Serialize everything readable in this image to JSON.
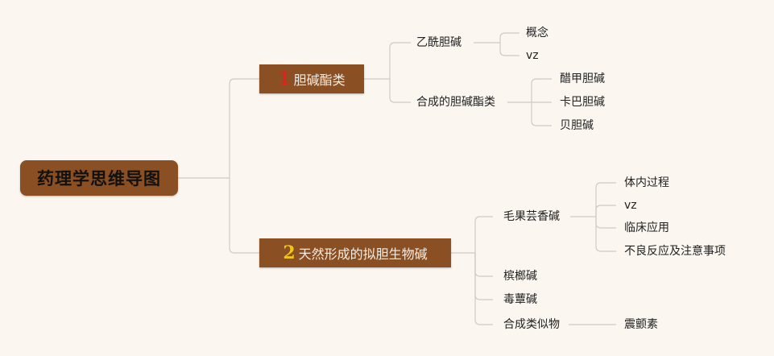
{
  "root": {
    "label": "药理学思维导图"
  },
  "branches": [
    {
      "number": "1",
      "label": "胆碱酯类",
      "children": [
        {
          "label": "乙酰胆碱",
          "children": [
            {
              "label": "概念"
            },
            {
              "label": "vz"
            }
          ]
        },
        {
          "label": "合成的胆碱酯类",
          "children": [
            {
              "label": "醋甲胆碱"
            },
            {
              "label": "卡巴胆碱"
            },
            {
              "label": "贝胆碱"
            }
          ]
        }
      ]
    },
    {
      "number": "2",
      "label": "天然形成的拟胆生物碱",
      "children": [
        {
          "label": "毛果芸香碱",
          "children": [
            {
              "label": "体内过程"
            },
            {
              "label": "vz"
            },
            {
              "label": "临床应用"
            },
            {
              "label": "不良反应及注意事项"
            }
          ]
        },
        {
          "label": "槟榔碱"
        },
        {
          "label": "毒蕈碱"
        },
        {
          "label": "合成类似物",
          "children": [
            {
              "label": "震颤素"
            }
          ]
        }
      ]
    }
  ],
  "colors": {
    "background": "#fbf6f0",
    "node_fill": "#8a4f22",
    "connector": "#cfcac4",
    "number_1": "#d12a1f",
    "number_2": "#f0c419"
  }
}
